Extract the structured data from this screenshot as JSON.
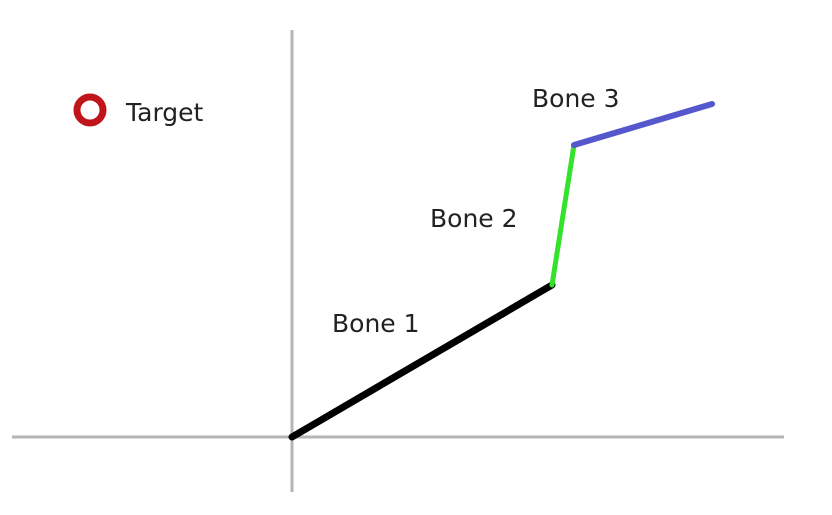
{
  "target": {
    "label": "Target",
    "color": "#c0161b"
  },
  "axes": {
    "color": "#b5b5b5"
  },
  "bones": [
    {
      "label": "Bone 1",
      "color": "#000000"
    },
    {
      "label": "Bone 2",
      "color": "#33e22b"
    },
    {
      "label": "Bone 3",
      "color": "#5558cc"
    }
  ]
}
